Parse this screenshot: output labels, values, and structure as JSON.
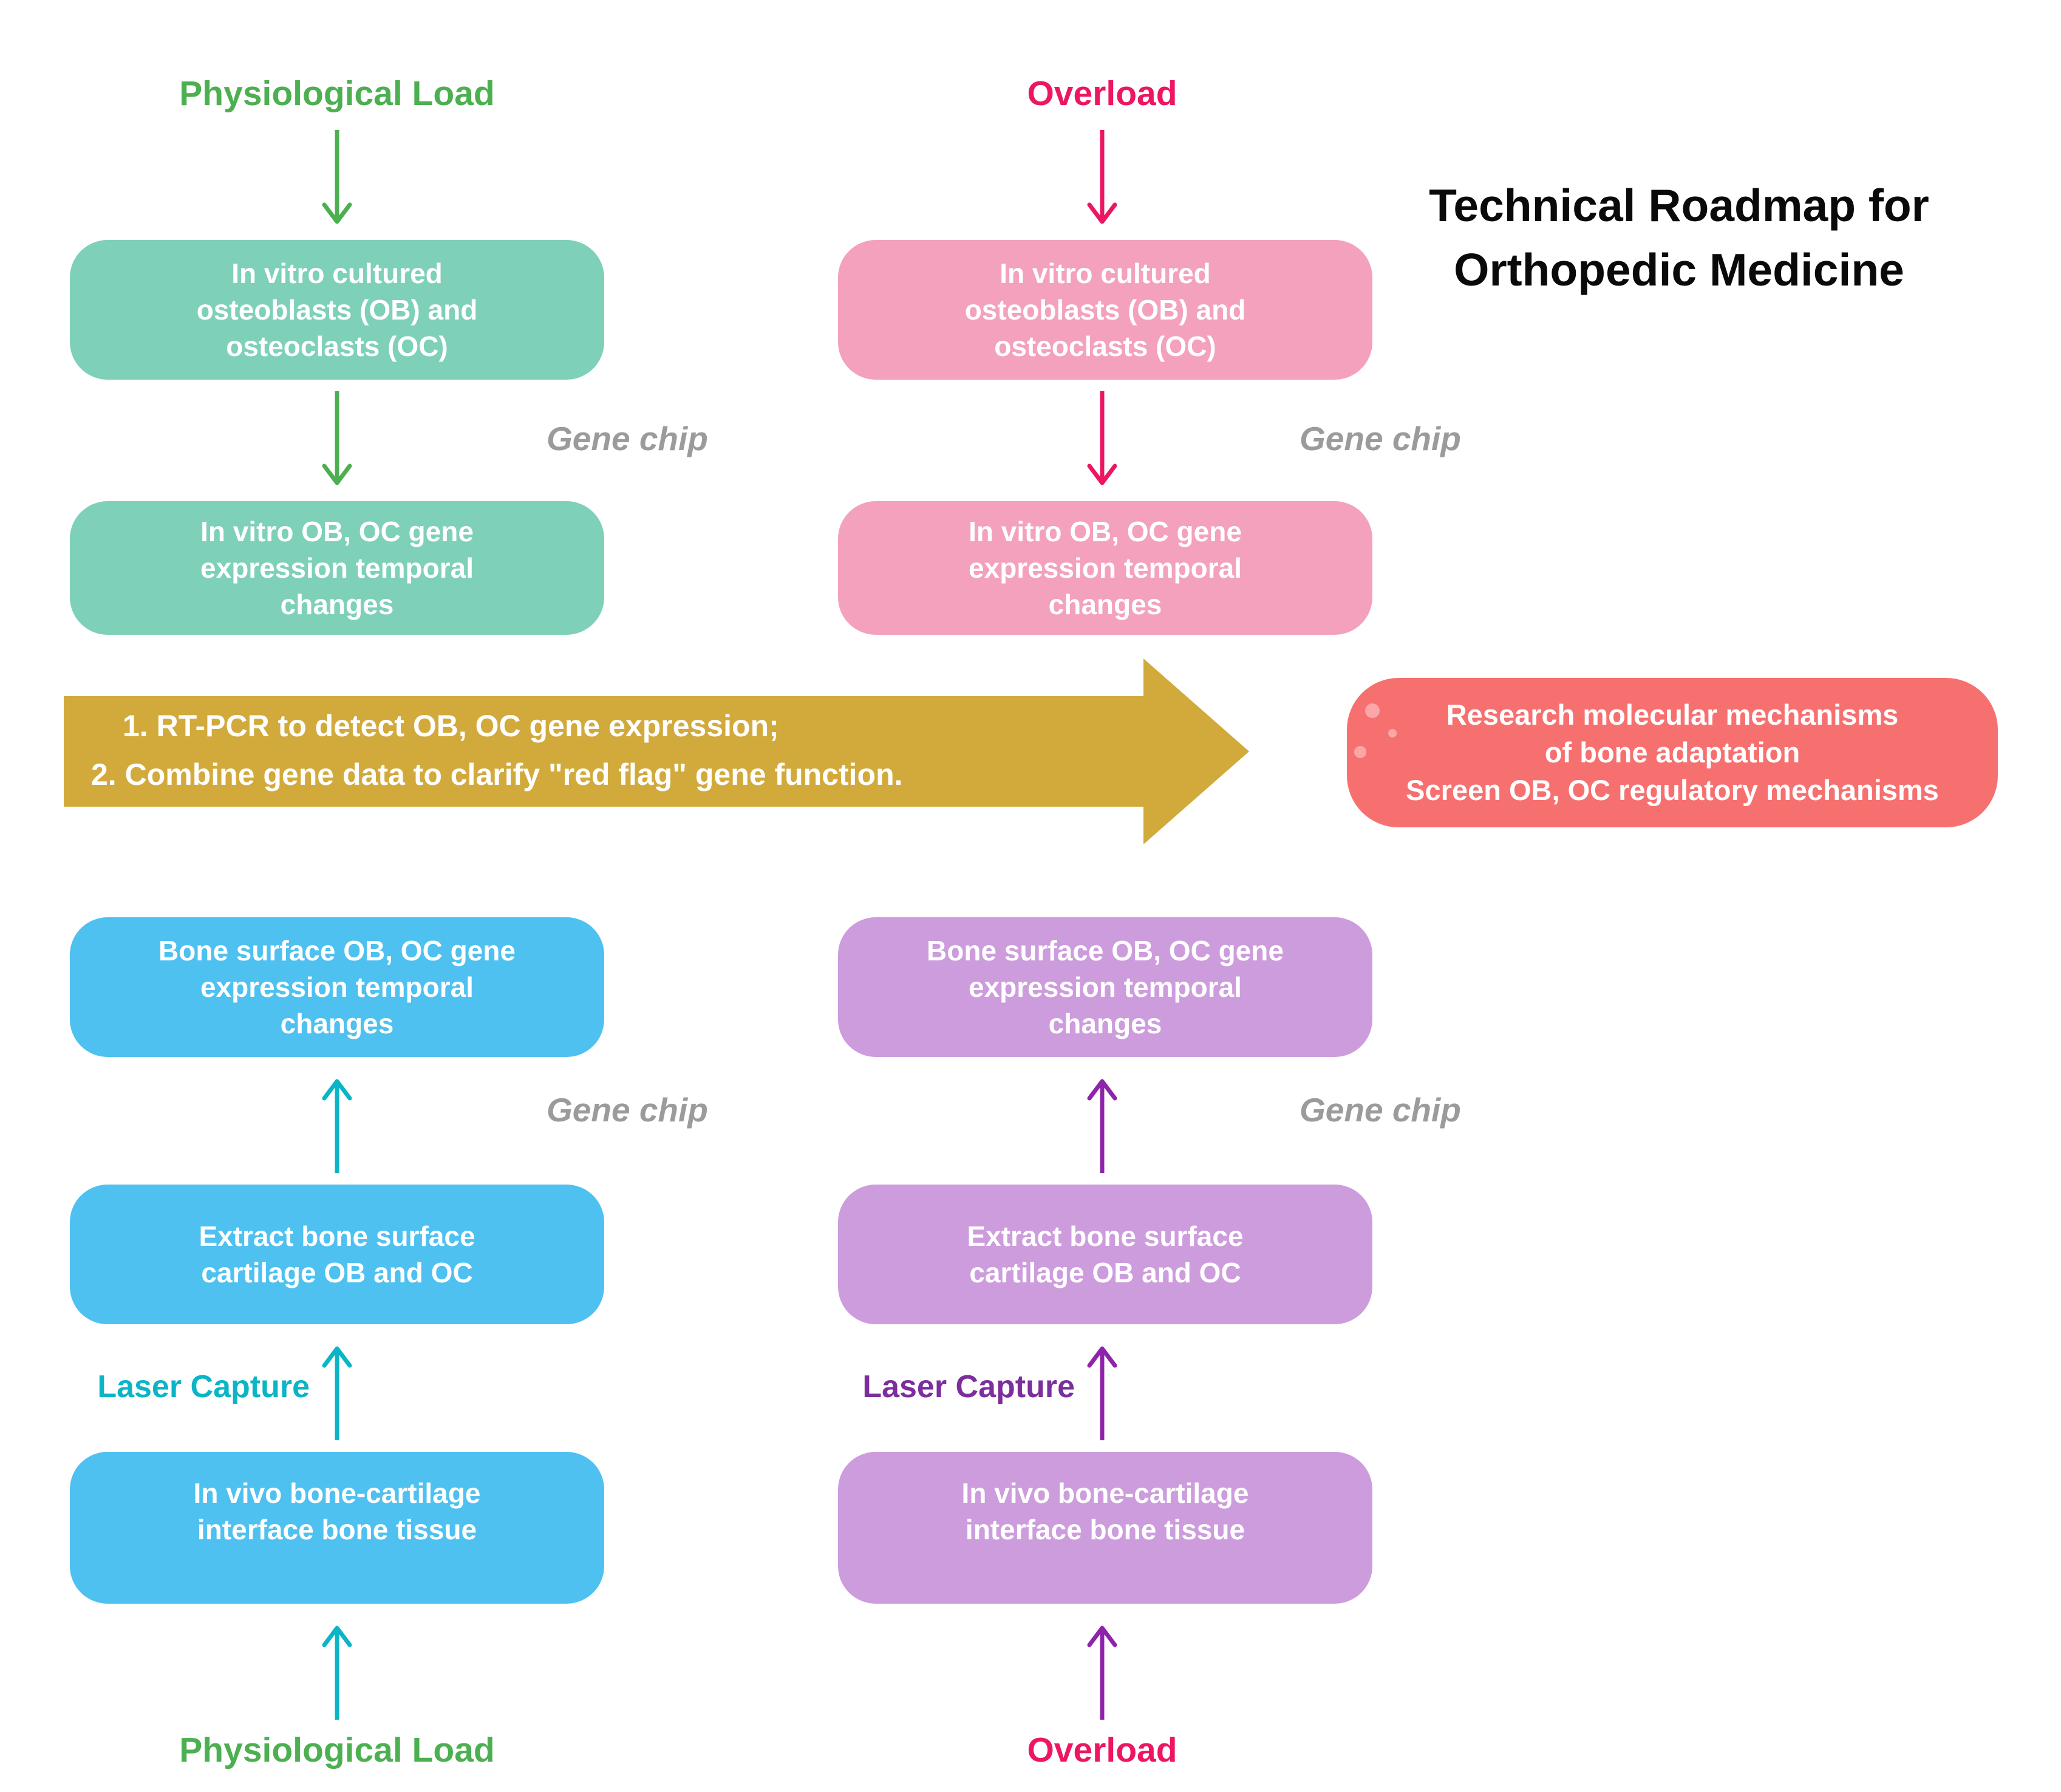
{
  "title": {
    "line1": "Technical Roadmap for",
    "line2": "Orthopedic Medicine"
  },
  "labels": {
    "physiological_load": "Physiological Load",
    "overload": "Overload",
    "gene_chip": "Gene chip",
    "laser_capture": "Laser Capture"
  },
  "boxes": {
    "invitro_cultured": "In vitro cultured\nosteoblasts (OB) and\nosteoclasts (OC)",
    "invitro_expression": "In vitro OB, OC gene\nexpression temporal\nchanges",
    "bone_surface_expression": "Bone surface OB, OC gene\nexpression temporal\nchanges",
    "extract_cartilage": "Extract bone surface\ncartilage OB and OC",
    "invivo_tissue": "In vivo bone-cartilage\ninterface bone tissue"
  },
  "process_arrow": {
    "step1": "1. RT-PCR to detect OB, OC gene expression;",
    "step2": "2. Combine gene data to clarify \"red flag\" gene function."
  },
  "outcome_box": {
    "text": "Research molecular mechanisms\nof bone adaptation\nScreen OB, OC regulatory mechanisms"
  },
  "colors": {
    "teal_box": "#7ED0B9",
    "pink_box": "#F3A1BD",
    "blue_box": "#4EC1F0",
    "purple_box": "#CD9CDD",
    "red_box": "#F77070",
    "red_box_dot": "#FBA7A7",
    "gold_arrow": "#D2AA3C",
    "green": "#4CAF50",
    "crimson": "#ED1662",
    "teal_arrow": "#0AB5C6",
    "purple_arrow": "#8E24AA",
    "purple_label": "#7C2E9C",
    "gray_label": "#9B9B9B",
    "title_color": "#0A0A0A"
  }
}
